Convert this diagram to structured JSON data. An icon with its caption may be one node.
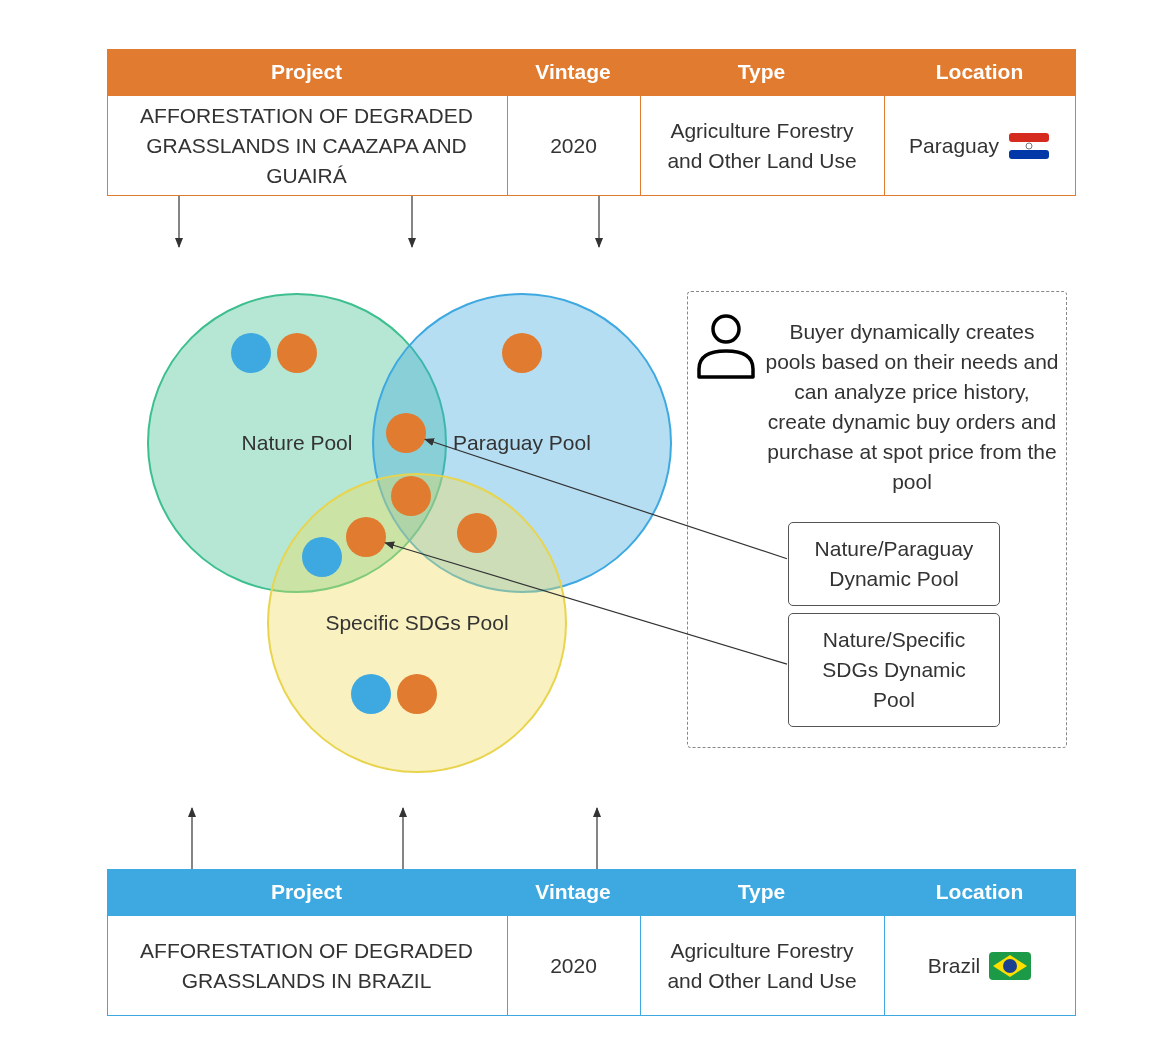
{
  "diagram": {
    "nodes": [
      {
        "text": [
          "Project",
          "Vintage",
          "Type",
          "Location",
          "AFFORESTATION OF DEGRADED GRASSLANDS IN CAAZAPA AND GUAIRÁ",
          "2020",
          "Agriculture Forestry and Other Land Use",
          "Paraguay"
        ]
      },
      {
        "text": [
          "Nature Pool"
        ]
      },
      {
        "text": [
          "Paraguay Pool"
        ]
      },
      {
        "text": [
          "Specific SDGs Pool"
        ]
      },
      {
        "text": [
          "Buyer dynamically creates pools based on their needs and can analyze price history, create dynamic buy orders and purchase at spot price from the pool"
        ]
      },
      {
        "text": [
          "Nature/Paraguay Dynamic Pool"
        ],
        "in": 4
      },
      {
        "text": [
          "Nature/Specific SDGs Dynamic Pool"
        ],
        "in": 4
      },
      {
        "text": [],
        "shape": "circle"
      },
      {
        "text": [],
        "shape": "circle"
      },
      {
        "text": [
          "Project",
          "Vintage",
          "Type",
          "Location",
          "AFFORESTATION OF DEGRADED GRASSLANDS IN BRAZIL",
          "2020",
          "Agriculture Forestry and Other Land Use",
          "Brazil"
        ]
      }
    ],
    "edges": [
      {
        "from": 0,
        "to": null,
        "arrow": "to"
      },
      {
        "from": 0,
        "to": null,
        "arrow": "to"
      },
      {
        "from": 0,
        "to": null,
        "arrow": "to"
      },
      {
        "from": 5,
        "to": 7,
        "arrow": "to"
      },
      {
        "from": 6,
        "to": 8,
        "arrow": "to"
      },
      {
        "from": 9,
        "to": null,
        "arrow": "to"
      },
      {
        "from": 9,
        "to": null,
        "arrow": "to"
      },
      {
        "from": 9,
        "to": null,
        "arrow": "to"
      }
    ]
  }
}
